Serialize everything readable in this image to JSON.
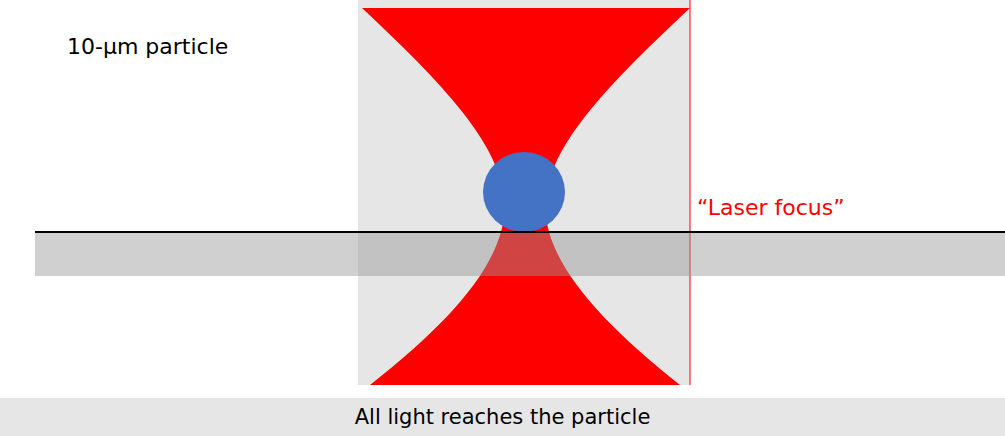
{
  "diagram": {
    "nodes": [
      {
        "text": [
          "All light reaches the particle"
        ]
      }
    ],
    "labels": [
      "10-µm particle",
      "“Laser focus”"
    ]
  }
}
